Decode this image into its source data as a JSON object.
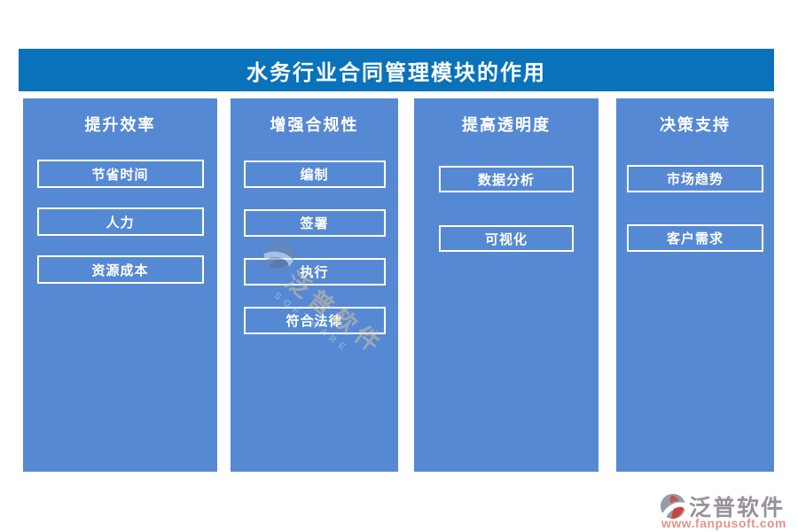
{
  "title": "水务行业合同管理模块的作用",
  "columns": [
    {
      "heading": "提升效率",
      "items": [
        "节省时间",
        "人力",
        "资源成本"
      ]
    },
    {
      "heading": "增强合规性",
      "items": [
        "编制",
        "签署",
        "执行",
        "符合法律"
      ]
    },
    {
      "heading": "提高透明度",
      "items": [
        "数据分析",
        "可视化"
      ]
    },
    {
      "heading": "决策支持",
      "items": [
        "市场趋势",
        "客户需求"
      ]
    }
  ],
  "watermark": {
    "brand": "泛普软件",
    "sub": "SOFTWARE"
  },
  "footer": {
    "brand": "泛普软件",
    "url": "www.fanpusoft.com"
  },
  "colors": {
    "title_bg": "#0a72ba",
    "column_bg": "#5689d3",
    "box_border": "#ffffff",
    "footer_brand": "#98909a",
    "footer_url": "#e2948a",
    "logo_gray": "#959ca7",
    "logo_red": "#c9463d"
  }
}
